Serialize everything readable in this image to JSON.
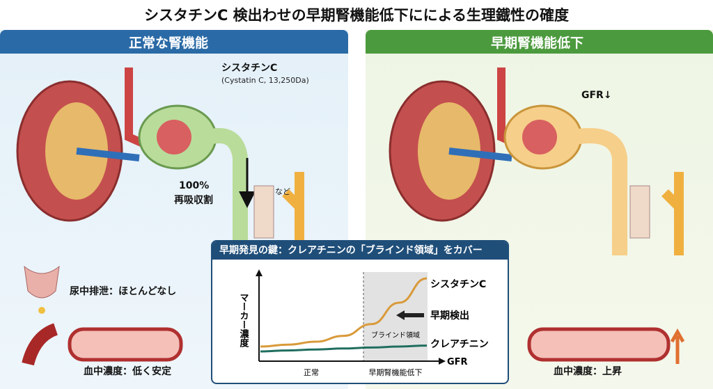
{
  "title": "シスタチンC 検出わせの早期腎機能低下にによる生理鐡性の確度",
  "left_panel": {
    "header": "正常な腎機能",
    "molecule_label": "シスタチンC",
    "molecule_sub": "(Cystatin C, 13,250Da)",
    "reabsorb_pct": "100%",
    "reabsorb_label": "再吸収割",
    "etc": "など",
    "urine": "尿中排泄：ほとんどなし",
    "blood": "血中濃度：低く安定"
  },
  "right_panel": {
    "header": "早期腎機能低下",
    "gfr": "GFR↓",
    "blood": "血中濃度：上昇"
  },
  "colors": {
    "blue_header": "#2a6aa6",
    "green_header": "#4c9a3e",
    "cystatin": "#d99a3a",
    "creatinine": "#1f6e5e",
    "chart_header": "#1f4e79"
  },
  "chart_data": {
    "type": "line",
    "title": "早期発見の鍵：クレアチニンの「ブラインド領域」をカバー",
    "ylabel": "マーカー濃度",
    "xlabel": "GFR",
    "x_regions": [
      "正常",
      "早期腎機能低下"
    ],
    "shaded_region": "ブラインド領域",
    "annotation": "早期検出",
    "series": [
      {
        "name": "シスタチンC",
        "values": [
          0.15,
          0.17,
          0.2,
          0.26,
          0.38,
          0.6,
          0.85
        ]
      },
      {
        "name": "クレアチニン",
        "values": [
          0.1,
          0.11,
          0.12,
          0.13,
          0.14,
          0.15,
          0.16
        ]
      }
    ]
  }
}
